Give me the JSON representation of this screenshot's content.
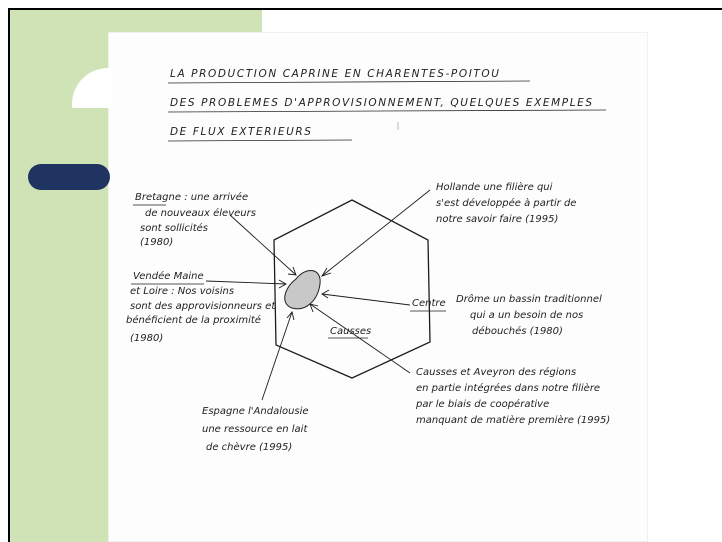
{
  "title": {
    "line1": "LA PRODUCTION CAPRINE EN CHARENTES-POITOU",
    "line2": "DES PROBLEMES D'APPROVISIONNEMENT, QUELQUES EXEMPLES",
    "line3": "DE FLUX EXTERIEURS"
  },
  "annotations": {
    "hollande": [
      "Hollande une filière qui",
      "s'est développée à partir de",
      "notre savoir faire (1995)"
    ],
    "bretagne": [
      "Bretagne : une arrivée",
      "de nouveaux éleveurs",
      "sont sollicités",
      "(1980)"
    ],
    "vendee": [
      "Vendée Maine",
      "et Loire : Nos voisins",
      "sont des approvisionneurs et",
      "bénéficient de la proximité",
      "(1980)"
    ],
    "centre": [
      "Centre",
      "Drôme un bassin traditionnel",
      "qui a un besoin de nos",
      "débouchés (1980)"
    ],
    "causses_label": "Causses",
    "causses": [
      "Causses et Aveyron des régions",
      "en partie intégrées dans notre filière",
      "par le biais de coopérative",
      "manquant de matière première (1995)"
    ],
    "espagne": [
      "Espagne l'Andalousie",
      "une ressource en lait",
      "de chèvre (1995)"
    ]
  },
  "colors": {
    "accent_green": "#cfe3b6",
    "accent_navy": "#1f3460"
  }
}
